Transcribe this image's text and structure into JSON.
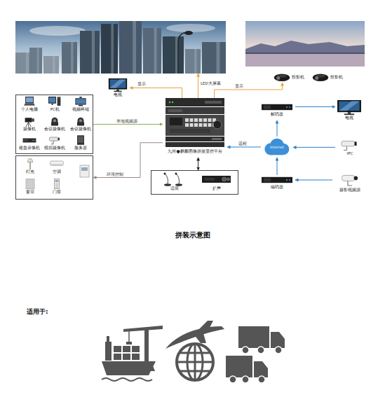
{
  "diagram": {
    "caption": "拼装示意图",
    "nodes": [
      {
        "text": [
          "LED大屏幕"
        ]
      },
      {
        "text": [
          "电视"
        ]
      },
      {
        "text": [
          "投影机"
        ]
      },
      {
        "text": [
          "投影机"
        ]
      },
      {
        "text": []
      },
      {
        "text": [
          "个人电脑"
        ],
        "in": 4
      },
      {
        "text": [
          "PC机"
        ],
        "in": 4
      },
      {
        "text": [
          "视频终端"
        ],
        "in": 4
      },
      {
        "text": [
          "摄像机"
        ],
        "in": 4
      },
      {
        "text": [
          "会议摄像机"
        ],
        "in": 4
      },
      {
        "text": [
          "会议摄像机"
        ],
        "in": 4
      },
      {
        "text": [
          "硬盘录像机"
        ],
        "in": 4
      },
      {
        "text": [
          "模拟摄像机"
        ],
        "in": 4
      },
      {
        "text": [
          "服务器"
        ],
        "in": 4
      },
      {
        "text": []
      },
      {
        "text": [
          "灯光"
        ],
        "in": 14
      },
      {
        "text": [
          "空调"
        ],
        "in": 14
      },
      {
        "text": [
          "窗帘"
        ],
        "in": 14
      },
      {
        "text": [
          "门禁"
        ],
        "in": 14
      },
      {
        "text": [
          "九州●麒麟图像拼接显控平台"
        ]
      },
      {
        "text": []
      },
      {
        "text": [
          "话筒"
        ],
        "in": 20
      },
      {
        "text": [
          "扩声"
        ],
        "in": 20
      },
      {
        "text": [
          "解码器"
        ]
      },
      {
        "text": [
          "电视"
        ]
      },
      {
        "text": [
          "Internet"
        ]
      },
      {
        "text": [
          "IPC"
        ]
      },
      {
        "text": [
          "编码器"
        ]
      },
      {
        "text": [
          "摄影视频源"
        ]
      }
    ],
    "edges": [
      {
        "from": 19,
        "to": 0,
        "arrow": "to"
      },
      {
        "from": 19,
        "to": 1,
        "label": "显示",
        "arrow": "to"
      },
      {
        "from": 19,
        "to": 2,
        "label": "显示",
        "arrow": "to"
      },
      {
        "from": 4,
        "to": 19,
        "label": "本地视频源",
        "arrow": "to"
      },
      {
        "from": 19,
        "to": 14,
        "label": "环境控制",
        "arrow": "to"
      },
      {
        "from": 19,
        "to": 20,
        "arrow": "both"
      },
      {
        "from": 25,
        "to": 19,
        "label": "远程",
        "arrow": "to"
      },
      {
        "from": 25,
        "to": 23,
        "arrow": "to"
      },
      {
        "from": 23,
        "to": 24,
        "arrow": "to"
      },
      {
        "from": 26,
        "to": 25,
        "arrow": "to"
      },
      {
        "from": 27,
        "to": 25,
        "arrow": "to"
      },
      {
        "from": 28,
        "to": 27,
        "arrow": "to"
      }
    ],
    "labels": [
      "适用于:"
    ]
  }
}
